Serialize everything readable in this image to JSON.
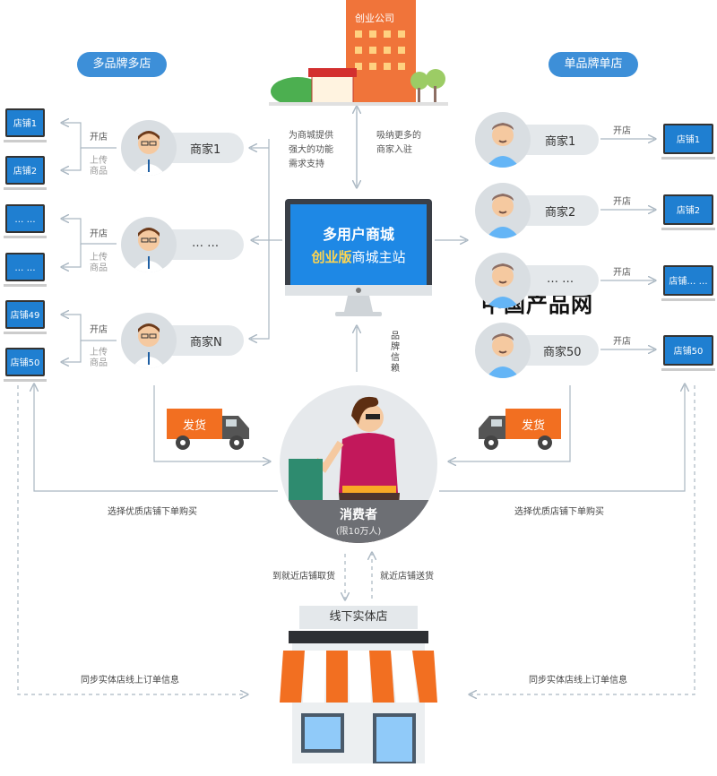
{
  "company_label": "创业公司",
  "left_title": "多品牌多店",
  "right_title": "单品牌单店",
  "left_stores": [
    "店铺1",
    "店铺2",
    "… …",
    "… …",
    "店铺49",
    "店铺50"
  ],
  "left_merchants": [
    "商家1",
    "… …",
    "商家N"
  ],
  "right_merchants": [
    "商家1",
    "商家2",
    "… …",
    "商家50"
  ],
  "right_stores": [
    "店铺1",
    "店铺2",
    "店铺… …",
    "店铺50"
  ],
  "open_store": "开店",
  "upload_goods_line1": "上传",
  "upload_goods_line2": "商品",
  "support_text_1": "为商城提供",
  "support_text_2": "强大的功能",
  "support_text_3": "需求支持",
  "attract_text_1": "吸纳更多的",
  "attract_text_2": "商家入驻",
  "center_title": "多用户商城",
  "center_highlight": "创业版",
  "center_subtitle": "商城主站",
  "brand_trust": "品牌信赖",
  "watermark": "中国产品网",
  "ship_label": "发货",
  "consumer_title": "消费者",
  "consumer_sub": "(限10万人)",
  "buy_left": "选择优质店铺下单购买",
  "buy_right": "选择优质店铺下单购买",
  "pickup_text": "到就近店铺取货",
  "delivery_text": "就近店铺送货",
  "offline_store": "线下实体店",
  "sync_left": "同步实体店线上订单信息",
  "sync_right": "同步实体店线上订单信息",
  "colors": {
    "accent": "#3d8fd8",
    "orange": "#f26f21",
    "center_blue": "#1e88e5",
    "highlight": "#ffd54f",
    "line": "#aab7c2"
  }
}
